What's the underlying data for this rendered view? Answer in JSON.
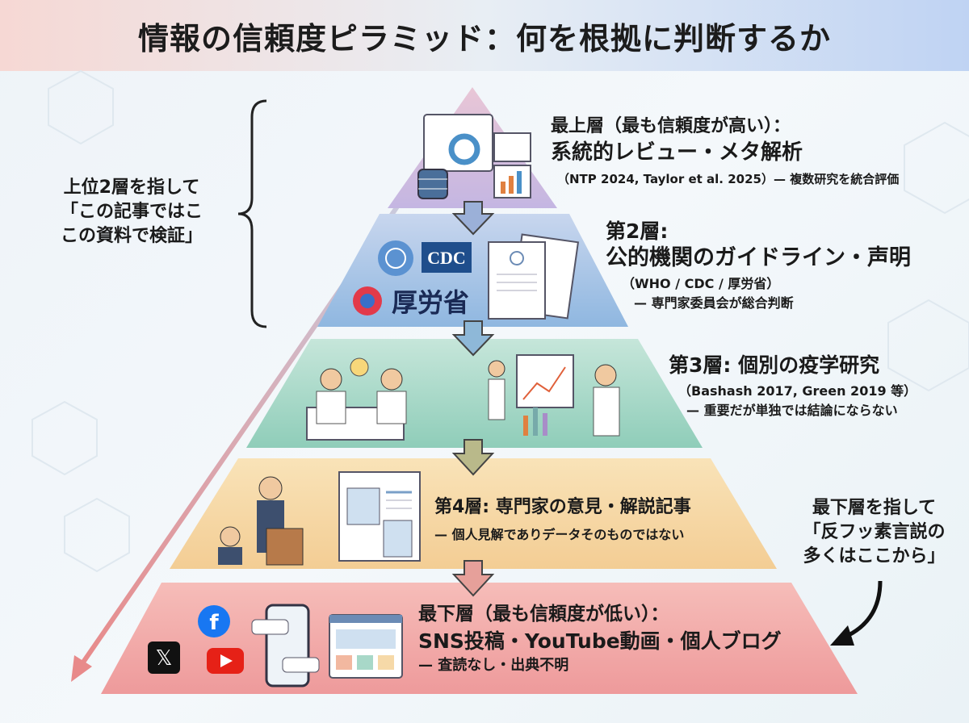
{
  "title": "情報の信頼度ピラミッド：何を根拠に判断するか",
  "left_note": {
    "lines": [
      "上位2層を指して",
      "「この記事ではこ",
      "この資料で検証」"
    ]
  },
  "right_note": {
    "lines": [
      "最下層を指して",
      "「反フッ素言説の",
      "多くはここから」"
    ]
  },
  "layers": [
    {
      "heading": [
        "最上層（最も信頼度が高い）：",
        "系統的レビュー・メタ解析"
      ],
      "sub": [
        "（NTP 2024, Taylor et al. 2025）— 複数研究を統合評価"
      ],
      "color": "#c9b8e0"
    },
    {
      "heading": [
        "第2層:",
        "公的機関のガイドライン・声明"
      ],
      "sub": [
        "（WHO / CDC / 厚労省）",
        "— 専門家委員会が総合判断"
      ],
      "color": "#a9c8e6",
      "logos": [
        "CDC",
        "厚労省"
      ]
    },
    {
      "heading": [
        "第3層: 個別の疫学研究"
      ],
      "sub": [
        "（Bashash 2017, Green 2019 等）",
        "— 重要だが単独では結論にならない"
      ],
      "color": "#a8d8c8"
    },
    {
      "heading": [
        "第4層: 専門家の意見・解説記事"
      ],
      "sub": [
        "— 個人見解でありデータそのものではない"
      ],
      "color": "#f6d9a8"
    },
    {
      "heading": [
        "最下層（最も信頼度が低い）：",
        "SNS投稿・YouTube動画・個人ブログ"
      ],
      "sub": [
        "— 査読なし・出典不明"
      ],
      "color": "#f2a9a8"
    }
  ],
  "icons": [
    "database-icon",
    "chart-icon",
    "who-logo-icon",
    "document-icon",
    "microscope-icon",
    "scientist-icon",
    "speaker-icon",
    "newspaper-icon",
    "facebook-icon",
    "x-icon",
    "youtube-icon",
    "smartphone-icon",
    "browser-icon"
  ]
}
